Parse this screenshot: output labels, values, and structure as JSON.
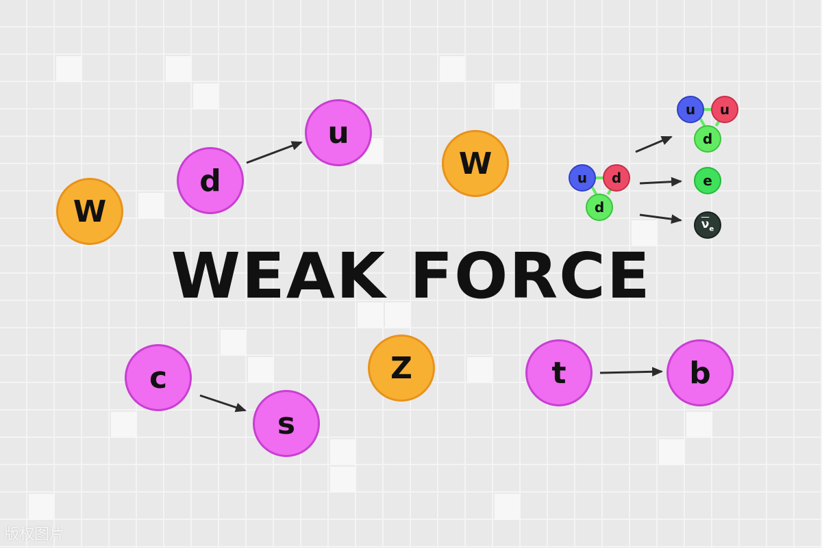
{
  "title": "WEAK FORCE",
  "watermark": "版权图片",
  "particles": {
    "w_left": "W",
    "d_top": "d",
    "u_top": "u",
    "w_mid": "W",
    "c": "c",
    "s": "s",
    "z": "Z",
    "t": "t",
    "b": "b"
  },
  "decay": {
    "neutron": [
      "u",
      "d",
      "d"
    ],
    "proton": [
      "u",
      "u",
      "d"
    ],
    "electron": "e",
    "antineutrino_symbol": "ν",
    "antineutrino_subscript": "e"
  },
  "colors": {
    "quark": "#f06cf0",
    "boson": "#f8b033",
    "up_blue": "#4f5ff0",
    "red": "#ee4a66",
    "green": "#63ea63",
    "antineutrino": "#2b3a33"
  }
}
